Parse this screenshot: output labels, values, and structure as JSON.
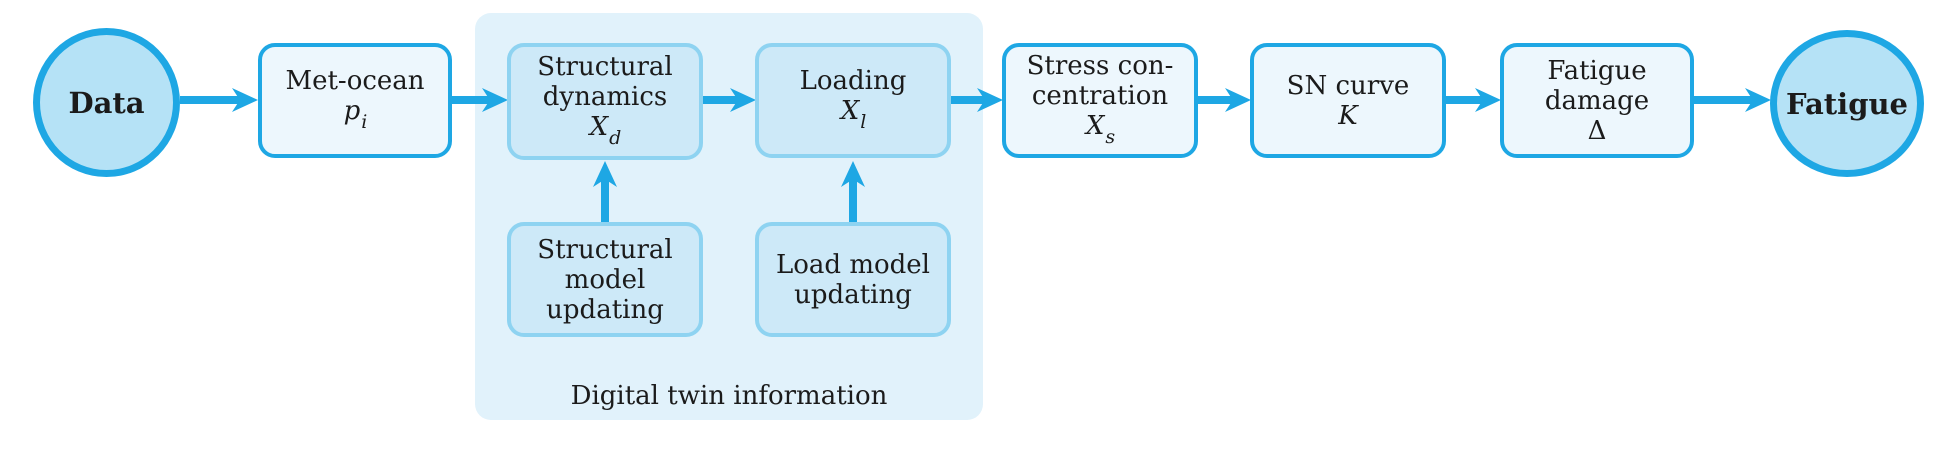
{
  "figure": {
    "kind": "flow-diagram",
    "region_label": "Digital twin information"
  },
  "colors": {
    "accent_blue": "#1ea7e4",
    "terminal_fill": "#b5e2f6",
    "outer_box_fill": "#edf7fd",
    "inner_box_fill": "#cde9f8",
    "inner_box_border": "#8ed3f1",
    "region_fill": "#e1f2fb",
    "text": "#1b1b1b"
  },
  "terminals": {
    "start": {
      "label": "Data"
    },
    "end": {
      "label": "Fatigue"
    }
  },
  "boxes": {
    "met_ocean": {
      "line1": "Met-ocean",
      "symbol": "p",
      "subscript": "i"
    },
    "structural_dynamics": {
      "line1": "Structural",
      "line2": "dynamics",
      "symbol": "X",
      "subscript": "d"
    },
    "loading": {
      "line1": "Loading",
      "symbol": "X",
      "subscript": "l"
    },
    "stress_concentration": {
      "line1": "Stress con-",
      "line2": "centration",
      "symbol": "X",
      "subscript": "s"
    },
    "sn_curve": {
      "line1": "SN curve",
      "symbol": "K"
    },
    "fatigue_damage": {
      "line1": "Fatigue",
      "line2": "damage",
      "symbol": "Δ"
    },
    "structural_model_updating": {
      "line1": "Structural",
      "line2": "model",
      "line3": "updating"
    },
    "load_model_updating": {
      "line1": "Load model",
      "line2": "updating"
    }
  }
}
